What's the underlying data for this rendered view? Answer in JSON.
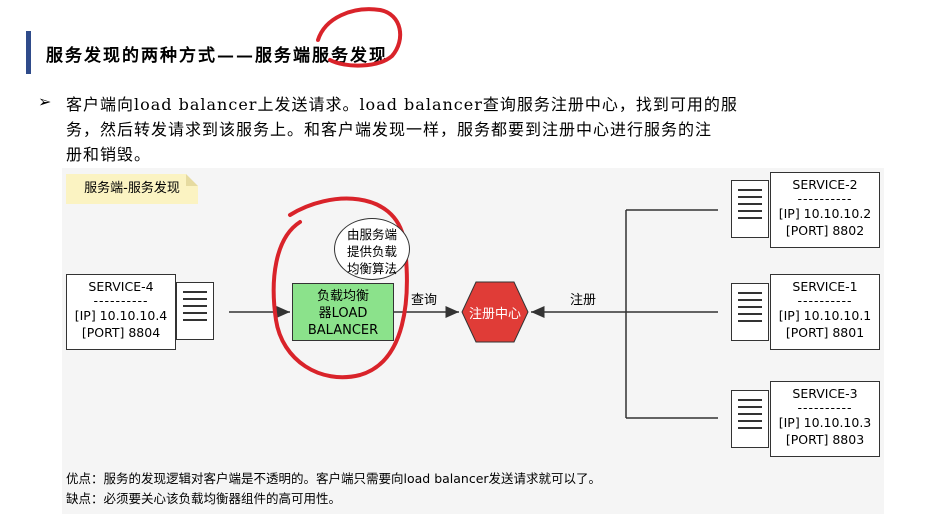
{
  "heading": "服务发现的两种方式——服务端服务发现",
  "bullet": {
    "mark": "➢",
    "lines": [
      "客户端向load balancer上发送请求。load balancer查询服务注册中心，找到可用的服",
      "务，然后转发请求到该服务上。和客户端发现一样，服务都要到注册中心进行服务的注",
      "册和销毁。"
    ]
  },
  "diagram": {
    "note": "服务端-服务发现",
    "client": {
      "name": "SERVICE-4",
      "divider": "----------",
      "ip": "[IP] 10.10.10.4",
      "port": "[PORT] 8804"
    },
    "load_balancer": {
      "lines": [
        "负载均衡",
        "器LOAD",
        "BALANCER"
      ]
    },
    "bubble": {
      "lines": [
        "由服务端",
        "提供负载",
        "均衡算法"
      ]
    },
    "query_label": "查询",
    "register_label": "注册",
    "registry": {
      "label": "注册中心",
      "color": "#e03c37"
    },
    "services": [
      {
        "name": "SERVICE-2",
        "divider": "----------",
        "ip": "[IP] 10.10.10.2",
        "port": "[PORT] 8802"
      },
      {
        "name": "SERVICE-1",
        "divider": "----------",
        "ip": "[IP] 10.10.10.1",
        "port": "[PORT] 8801"
      },
      {
        "name": "SERVICE-3",
        "divider": "----------",
        "ip": "[IP] 10.10.10.3",
        "port": "[PORT] 8803"
      }
    ]
  },
  "footer": {
    "pros": "优点：服务的发现逻辑对客户端是不透明的。客户端只需要向load balancer发送请求就可以了。",
    "cons": "缺点：必须要关心该负载均衡器组件的高可用性。"
  },
  "colors": {
    "accent": "#2f4b8a",
    "lb_fill": "#8be28b",
    "note_fill": "#fbf3c2",
    "annotation": "#d9232a"
  }
}
